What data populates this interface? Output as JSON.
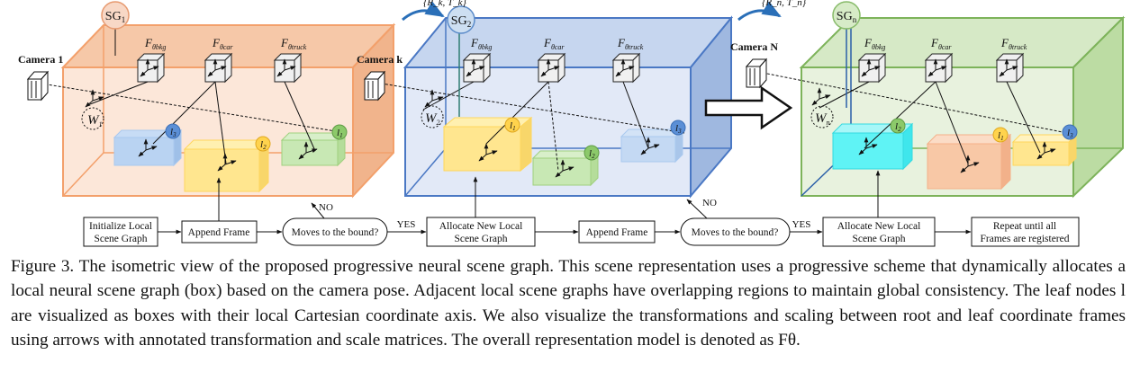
{
  "figure": {
    "scene_graph_labels": [
      "SG",
      "SG",
      "SG"
    ],
    "scene_graph_subscripts": [
      "1",
      "2",
      "n"
    ],
    "camera_labels": [
      "Camera 1",
      "Camera k",
      "Camera N"
    ],
    "feature_labels": [
      "F",
      "F",
      "F"
    ],
    "feature_subscripts": [
      "θbkg",
      "θcar",
      "θtruck"
    ],
    "world_labels": [
      "W",
      "W",
      "W"
    ],
    "world_subscripts": [
      "1",
      "2",
      "n"
    ],
    "leaf_label": "l",
    "leaf_subscripts": [
      "1",
      "2",
      "3"
    ],
    "transform_labels": [
      "{R_k, T_k}",
      "{R_n, T_n}"
    ],
    "flow": {
      "init": [
        "Initialize Local",
        "Scene Graph"
      ],
      "append": "Append Frame",
      "moves": "Moves to the bound?",
      "allocate": [
        "Allocate New Local",
        "Scene Graph"
      ],
      "repeat": [
        "Repeat until all",
        "Frames are registered"
      ],
      "yes": "YES",
      "no": "NO"
    },
    "colors": {
      "box1": "#f3a06b",
      "box2": "#4a78c4",
      "box3": "#7db35a",
      "leaf_blue": "#a9c9ef",
      "leaf_yellow": "#ffe27a",
      "leaf_green": "#bfe3a6",
      "leaf_orange": "#f8c8a6",
      "leaf_cyan": "#5ff3f5"
    }
  },
  "caption": {
    "figure_label": "Figure 3.",
    "text": "The isometric view of the proposed progressive neural scene graph. This scene representation uses a progressive scheme that dynamically allocates a local neural scene graph (box) based on the camera pose. Adjacent local scene graphs have overlapping regions to maintain global consistency. The leaf nodes l are visualized as boxes with their local Cartesian coordinate axis. We also visualize the transformations and scaling between root and leaf coordinate frames using arrows with annotated transformation and scale matrices. The overall representation model is denoted as Fθ."
  }
}
